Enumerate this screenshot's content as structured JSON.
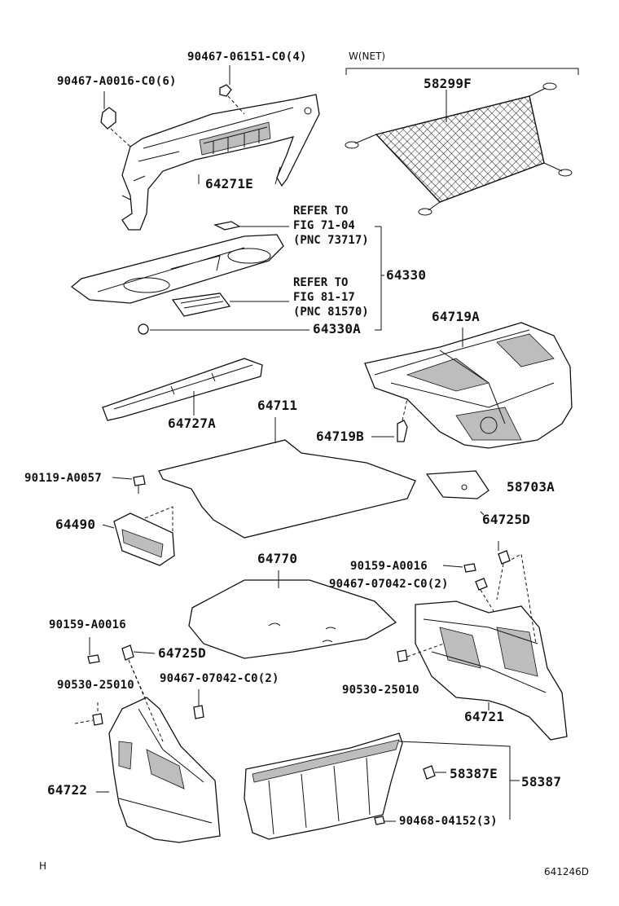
{
  "labels": {
    "p90467_06151": "90467-06151-C0(4)",
    "p90467_A0016": "90467-A0016-C0(6)",
    "p64271E": "64271E",
    "w_net": "W(NET)",
    "p58299F": "58299F",
    "refer1_line1": "REFER TO",
    "refer1_line2": "FIG 71-04",
    "refer1_line3": "(PNC 73717)",
    "refer2_line1": "REFER TO",
    "refer2_line2": "FIG 81-17",
    "refer2_line3": "(PNC 81570)",
    "p64330": "64330",
    "p64330A": "64330A",
    "p64719A": "64719A",
    "p64727A": "64727A",
    "p64711": "64711",
    "p64719B": "64719B",
    "p90119_A0057": "90119-A0057",
    "p58703A": "58703A",
    "p64490": "64490",
    "p64725D_right": "64725D",
    "p64770": "64770",
    "p90159_A0016_right": "90159-A0016",
    "p90467_07042_right": "90467-07042-C0(2)",
    "p90159_A0016_left": "90159-A0016",
    "p64725D_left": "64725D",
    "p90530_25010_left": "90530-25010",
    "p90467_07042_left": "90467-07042-C0(2)",
    "p90530_25010_right": "90530-25010",
    "p64721": "64721",
    "p64722": "64722",
    "p58387E": "58387E",
    "p58387": "58387",
    "p90468_04152": "90468-04152(3)",
    "corner_h": "H",
    "figure_code": "641246D"
  }
}
